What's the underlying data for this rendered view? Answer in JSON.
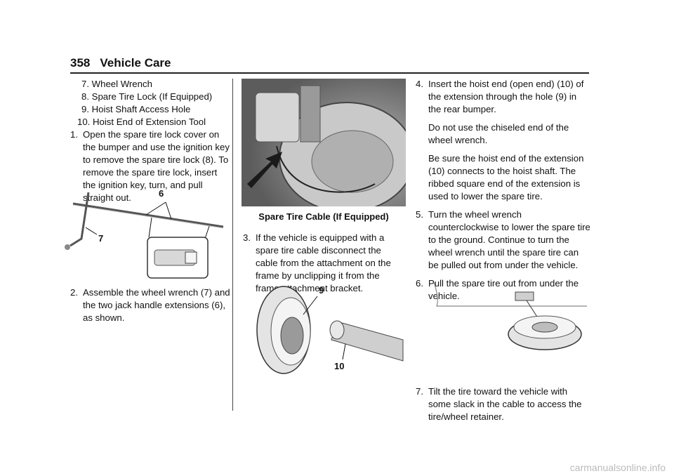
{
  "header": {
    "page_number": "358",
    "section": "Vehicle Care"
  },
  "col1": {
    "legend": [
      "7. Wheel Wrench",
      "8. Spare Tire Lock (If Equipped)",
      "9. Hoist Shaft Access Hole",
      "10. Hoist End of Extension Tool"
    ],
    "step1_num": "1.",
    "step1_text": "Open the spare tire lock cover on the bumper and use the ignition key to remove the spare tire lock (8). To remove the spare tire lock, insert the ignition key, turn, and pull straight out.",
    "fig1_labels": [
      "6",
      "7"
    ],
    "step2_num": "2.",
    "step2_text": "Assemble the wheel wrench (7) and the two jack handle extensions (6), as shown."
  },
  "col2": {
    "photo_caption": "Spare Tire Cable (If Equipped)",
    "step3_num": "3.",
    "step3_text": "If the vehicle is equipped with a spare tire cable disconnect the cable from the attachment on the frame by unclipping it from the frame attachment bracket.",
    "fig3_labels": [
      "9",
      "10"
    ]
  },
  "col3": {
    "step4_num": "4.",
    "step4_text": "Insert the hoist end (open end) (10) of the extension through the hole (9) in the rear bumper.",
    "step4_note1": "Do not use the chiseled end of the wheel wrench.",
    "step4_note2": "Be sure the hoist end of the extension (10) connects to the hoist shaft. The ribbed square end of the extension is used to lower the spare tire.",
    "step5_num": "5.",
    "step5_text": "Turn the wheel wrench counterclockwise to lower the spare tire to the ground. Continue to turn the wheel wrench until the spare tire can be pulled out from under the vehicle.",
    "step6_num": "6.",
    "step6_text": "Pull the spare tire out from under the vehicle.",
    "step7_num": "7.",
    "step7_text": "Tilt the tire toward the vehicle with some slack in the cable to access the tire/wheel retainer."
  },
  "footer": {
    "watermark": "carmanualsonline.info"
  }
}
